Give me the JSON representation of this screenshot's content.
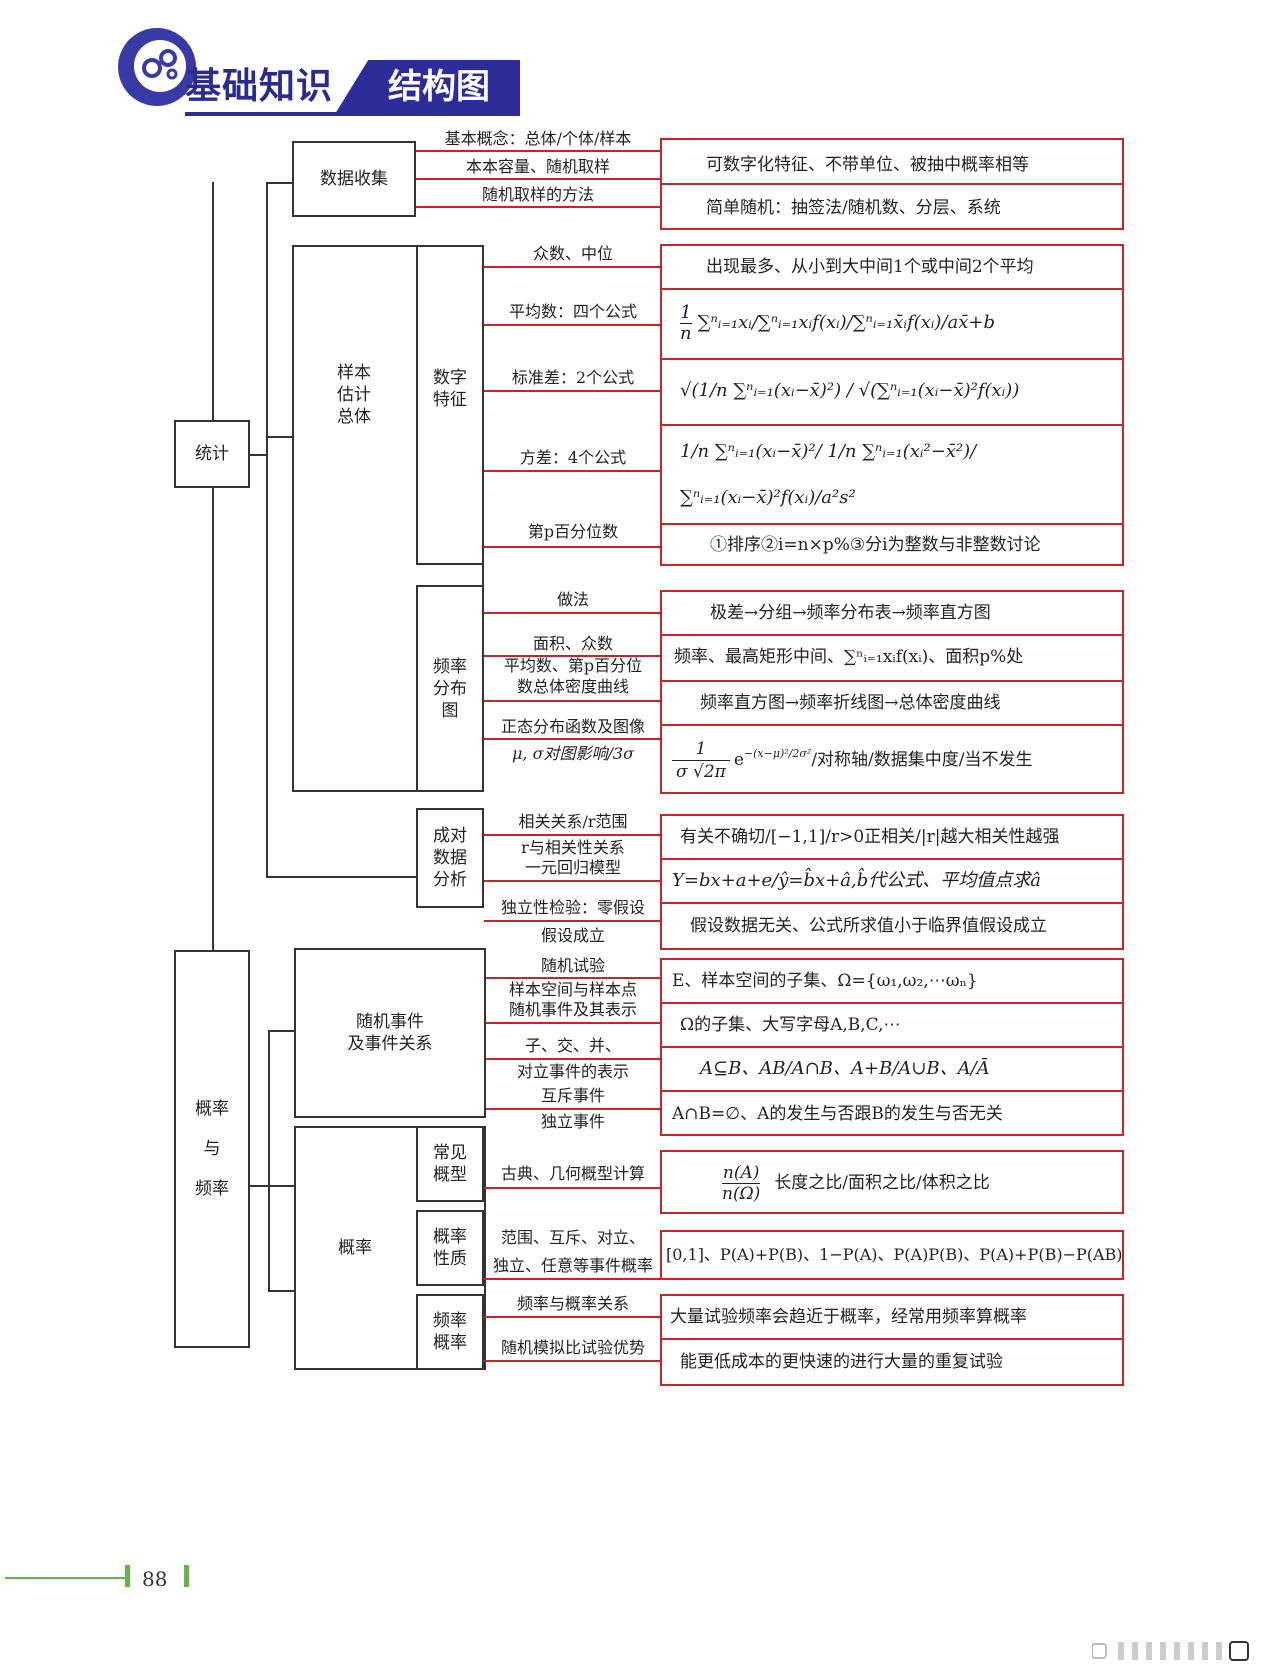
{
  "header": {
    "title_left": "基础知识",
    "title_right": "结构图"
  },
  "root": {
    "stat": "统计",
    "prob": "概率\n与\n频率"
  },
  "sections": {
    "data_collect": "数据收集",
    "sample_est": "样本\n估计\n总体",
    "num_feat": "数字\n特征",
    "freq_dist": "频率\n分布\n图",
    "paired": "成对\n数据\n分析",
    "random_event": "随机事件\n及事件关系",
    "probability": "概率",
    "common_model": "常见\n概型",
    "prob_prop": "概率\n性质",
    "freq_prob": "频率\n概率"
  },
  "labels": {
    "dc1": "基本概念：总体/个体/样本",
    "dc2": "本本容量、随机取样",
    "dc3": "随机取样的方法",
    "nf1": "众数、中位",
    "nf2": "平均数：四个公式",
    "nf3": "标准差：2个公式",
    "nf4": "方差：4个公式",
    "nf5": "第p百分位数",
    "fd1": "做法",
    "fd2": "面积、众数",
    "fd3": "平均数、第p百分位",
    "fd4": "数总体密度曲线",
    "fd5": "正态分布函数及图像",
    "fd6": "μ, σ对图影响/3σ",
    "pd1": "相关关系/r范围",
    "pd2": "r与相关性关系",
    "pd3": "一元回归模型",
    "pd4": "独立性检验：零假设",
    "pd5": "假设成立",
    "re1": "随机试验",
    "re2": "样本空间与样本点",
    "re3": "随机事件及其表示",
    "re4": "子、交、并、",
    "re5": "对立事件的表示",
    "re6": "互斥事件",
    "re7": "独立事件",
    "cm1": "古典、几何概型计算",
    "pp1": "范围、互斥、对立、",
    "pp2": "独立、任意等事件概率",
    "fp1": "频率与概率关系",
    "fp2": "随机模拟比试验优势"
  },
  "right": {
    "dc_a": "可数字化特征、不带单位、被抽中概率相等",
    "dc_b": "简单随机：抽签法/随机数、分层、系统",
    "nf_a": "出现最多、从小到大中间1个或中间2个平均",
    "nf_b_1": "1",
    "nf_b_2": "n",
    "nf_b_3": "∑ⁿᵢ₌₁xᵢ/∑ⁿᵢ₌₁xᵢf(xᵢ)/∑ⁿᵢ₌₁x̄ᵢf(xᵢ)/ax̄+b",
    "nf_c": "√(1/n ∑ⁿᵢ₌₁(xᵢ−x̄)²) / √(∑ⁿᵢ₌₁(xᵢ−x̄)²f(xᵢ))",
    "nf_d1": "1/n ∑ⁿᵢ₌₁(xᵢ−x̄)²/ 1/n ∑ⁿᵢ₌₁(xᵢ²−x̄²)/",
    "nf_d2": "∑ⁿᵢ₌₁(xᵢ−x̄)²f(xᵢ)/a²s²",
    "nf_e": "①排序②i=n×p%③分i为整数与非整数讨论",
    "fd_a": "极差→分组→频率分布表→频率直方图",
    "fd_b": "频率、最高矩形中间、∑ⁿᵢ₌₁xᵢf(xᵢ)、面积p%处",
    "fd_c": "频率直方图→频率折线图→总体密度曲线",
    "fd_d_num": "1",
    "fd_d_den": "σ √2π",
    "fd_d_exp": "e",
    "fd_d_sup": "−(x−μ)²/2σ²",
    "fd_d_rest": "/对称轴/数据集中度/当不发生",
    "pd_a": "有关不确切/[−1,1]/r>0正相关/|r|越大相关性越强",
    "pd_b": "Y=bx+a+e/ŷ=b̂x+â,b̂代公式、平均值点求â",
    "pd_c": "假设数据无关、公式所求值小于临界值假设成立",
    "re_a": "E、样本空间的子集、Ω={ω₁,ω₂,⋯ωₙ}",
    "re_b": "Ω的子集、大写字母A,B,C,⋯",
    "re_c": "A⊆B、AB/A∩B、A+B/A∪B、A/Ā",
    "re_d": "A∩B=∅、A的发生与否跟B的发生与否无关",
    "cm_num": "n(A)",
    "cm_den": "n(Ω)",
    "cm_rest": "长度之比/面积之比/体积之比",
    "pp_a": "[0,1]、P(A)+P(B)、1−P(A)、P(A)P(B)、P(A)+P(B)−P(AB)",
    "fp_a": "大量试验频率会趋近于概率，经常用频率算概率",
    "fp_b": "能更低成本的更快速的进行大量的重复试验"
  },
  "footer": {
    "page": "88"
  },
  "colors": {
    "red": "#c0262a",
    "blue": "#2d2d9a",
    "green": "#6ab04c"
  }
}
